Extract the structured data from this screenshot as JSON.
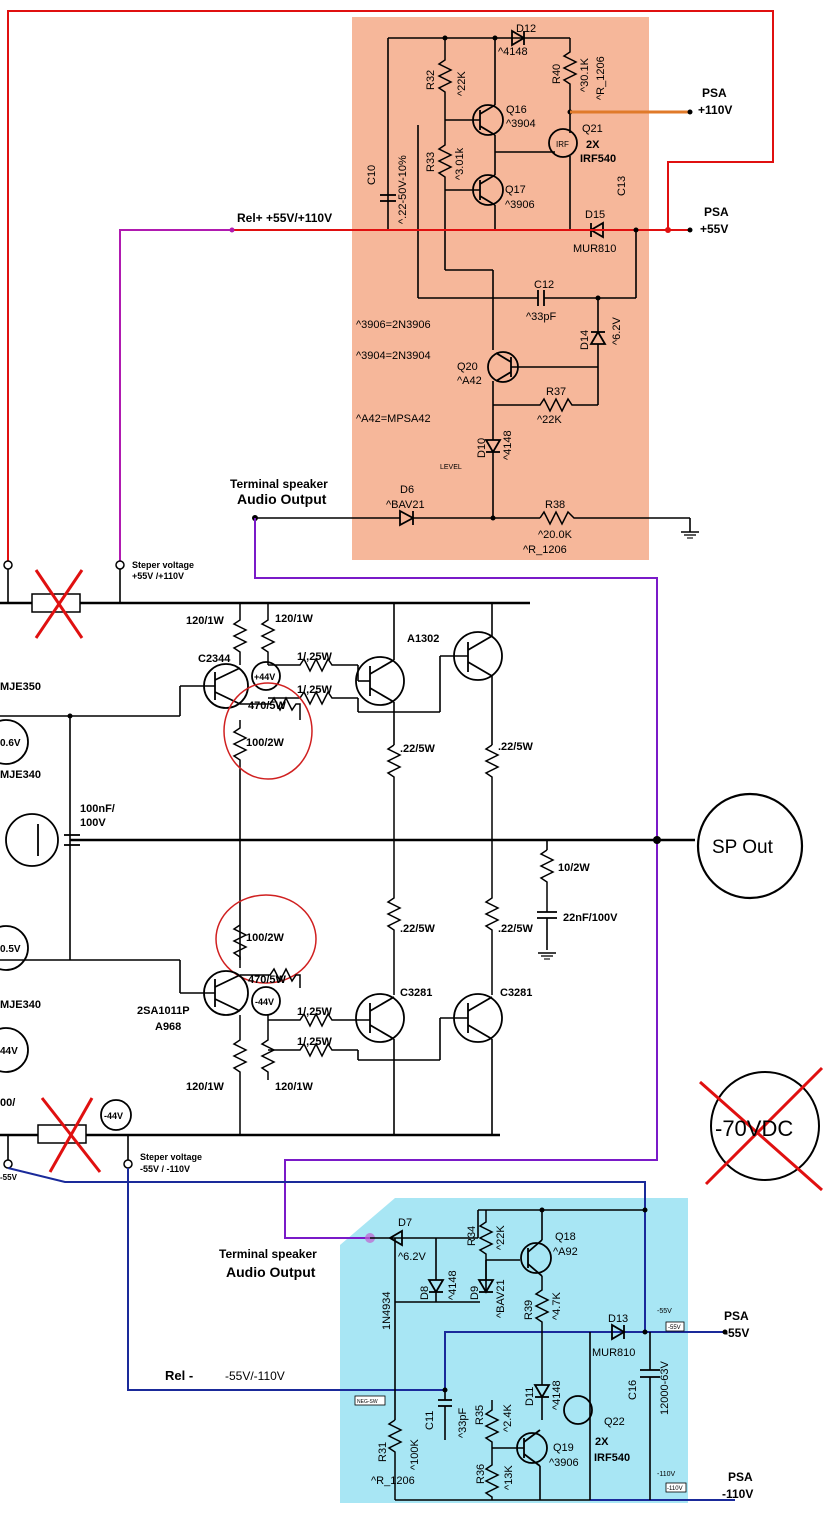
{
  "colors": {
    "top_panel": "#f6b79a",
    "bottom_panel": "#a8e6f4",
    "positive_wire": "#e01010",
    "relay_plus_wire": "#b01ab0",
    "audio_wire": "#7a1ac8",
    "negative_wire": "#1a2a9a",
    "psa_tap": "#e07a2a"
  },
  "top": {
    "d12": "D12",
    "d12_val": "^4148",
    "r32": "R32",
    "r32_val": "^22K",
    "r40": "R40",
    "r40_val": "^30.1K",
    "r40_pkg": "^R_1206",
    "q16": "Q16",
    "q16_val": "^3904",
    "q21": "Q21",
    "q21_qty": "2X",
    "q21_val": "IRF540",
    "q21_mark": "IRF",
    "c10": "C10",
    "c10_val": "^.22-50V-10%",
    "r33": "R33",
    "r33_val": "^3.01k",
    "q17": "Q17",
    "q17_val": "^3906",
    "c13": "C13",
    "d15": "D15",
    "d15_val": "MUR810",
    "c12": "C12",
    "c12_val": "^33pF",
    "d14": "D14",
    "d14_val": "^6.2V",
    "note1": "^3906=2N3906",
    "note2": "^3904=2N3904",
    "note3": "^A42=MPSA42",
    "q20": "Q20",
    "q20_val": "^A42",
    "r37": "R37",
    "r37_val": "^22K",
    "d10": "D10",
    "d10_val": "^4148",
    "level": "LEVEL",
    "d6": "D6",
    "d6_val": "^BAV21",
    "r38": "R38",
    "r38_val": "^20.0K",
    "r38_pkg": "^R_1206",
    "psa_hv_label": "PSA",
    "psa_hv_volt": "+110V",
    "psa_lv_label": "PSA",
    "psa_lv_volt": "+55V",
    "relay_plus": "Rel+ +55V/+110V",
    "terminal1": "Terminal speaker",
    "terminal2": "Audio Output"
  },
  "middle": {
    "steper_top1": "Steper voltage",
    "steper_top2": "+55V /+110V",
    "r120_a": "120/1W",
    "r120_b": "120/1W",
    "c2344": "C2344",
    "v44_plus": "+44V",
    "r125_a": "1/,25W",
    "r125_b": "1/,25W",
    "a1302": "A1302",
    "mje350": "MJE350",
    "v06": "0.6V",
    "r470_a": "470/5W",
    "r100_a": "100/2W",
    "r22_a": ".22/5W",
    "r22_b": ".22/5W",
    "mje340_a": "MJE340",
    "c100n": "100nF/",
    "c100n_v": "100V",
    "sp_out": "SP Out",
    "r10": "10/2W",
    "c22n": "22nF/100V",
    "v05": "0.5V",
    "r100_b": "100/2W",
    "r470_b": "470/5W",
    "v44_minus": "-44V",
    "r22_c": ".22/5W",
    "r22_d": ".22/5W",
    "sa1011": "2SA1011P",
    "a968": "A968",
    "c3281_a": "C3281",
    "c3281_b": "C3281",
    "mje340_b": "MJE340",
    "v44_left": "44V",
    "r125_c": "1/,25W",
    "r125_d": "1/,25W",
    "r120_c": "120/1W",
    "r120_d": "120/1W",
    "partial_00": "00/",
    "v44_box": "-44V",
    "vdc_box": "-70VDC",
    "steper_bot1": "Steper voltage",
    "steper_bot2": "-55V / -110V",
    "v55_left": "-55V"
  },
  "bottom": {
    "terminal1": "Terminal speaker",
    "terminal2": "Audio Output",
    "d7": "D7",
    "d7_val": "^6.2V",
    "d7_part": "1N4934",
    "d8": "D8",
    "d8_val": "^4148",
    "r34": "R34",
    "r34_val": "^22K",
    "d9": "D9",
    "d9_val": "^BAV21",
    "q18": "Q18",
    "q18_val": "^A92",
    "r39": "R39",
    "r39_val": "^4.7K",
    "d13": "D13",
    "d13_val": "MUR810",
    "v55_tag1": "-55V",
    "v55_tag2": "-55V",
    "psa_lv_label": "PSA",
    "psa_lv_volt": "-55V",
    "relay_minus": "Rel -",
    "relay_minus_volt": "-55V/-110V",
    "neg_sw": "NEG-SW",
    "c11": "C11",
    "c11_val": "^33pF",
    "r35": "R35",
    "r35_val": "^2.4K",
    "d11": "D11",
    "d11_val": "^4148",
    "c16": "C16",
    "c16_val": "12000-63V",
    "q22": "Q22",
    "q22_qty": "2X",
    "q22_val": "IRF540",
    "r31": "R31",
    "r31_val": "^100K",
    "r31_pkg": "^R_1206",
    "q19": "Q19",
    "q19_val": "^3906",
    "r36": "R36",
    "r36_val": "^13K",
    "v110_tag1": "-110V",
    "v110_tag2": "-110V",
    "psa_hv_label": "PSA",
    "psa_hv_volt": "-110V"
  }
}
